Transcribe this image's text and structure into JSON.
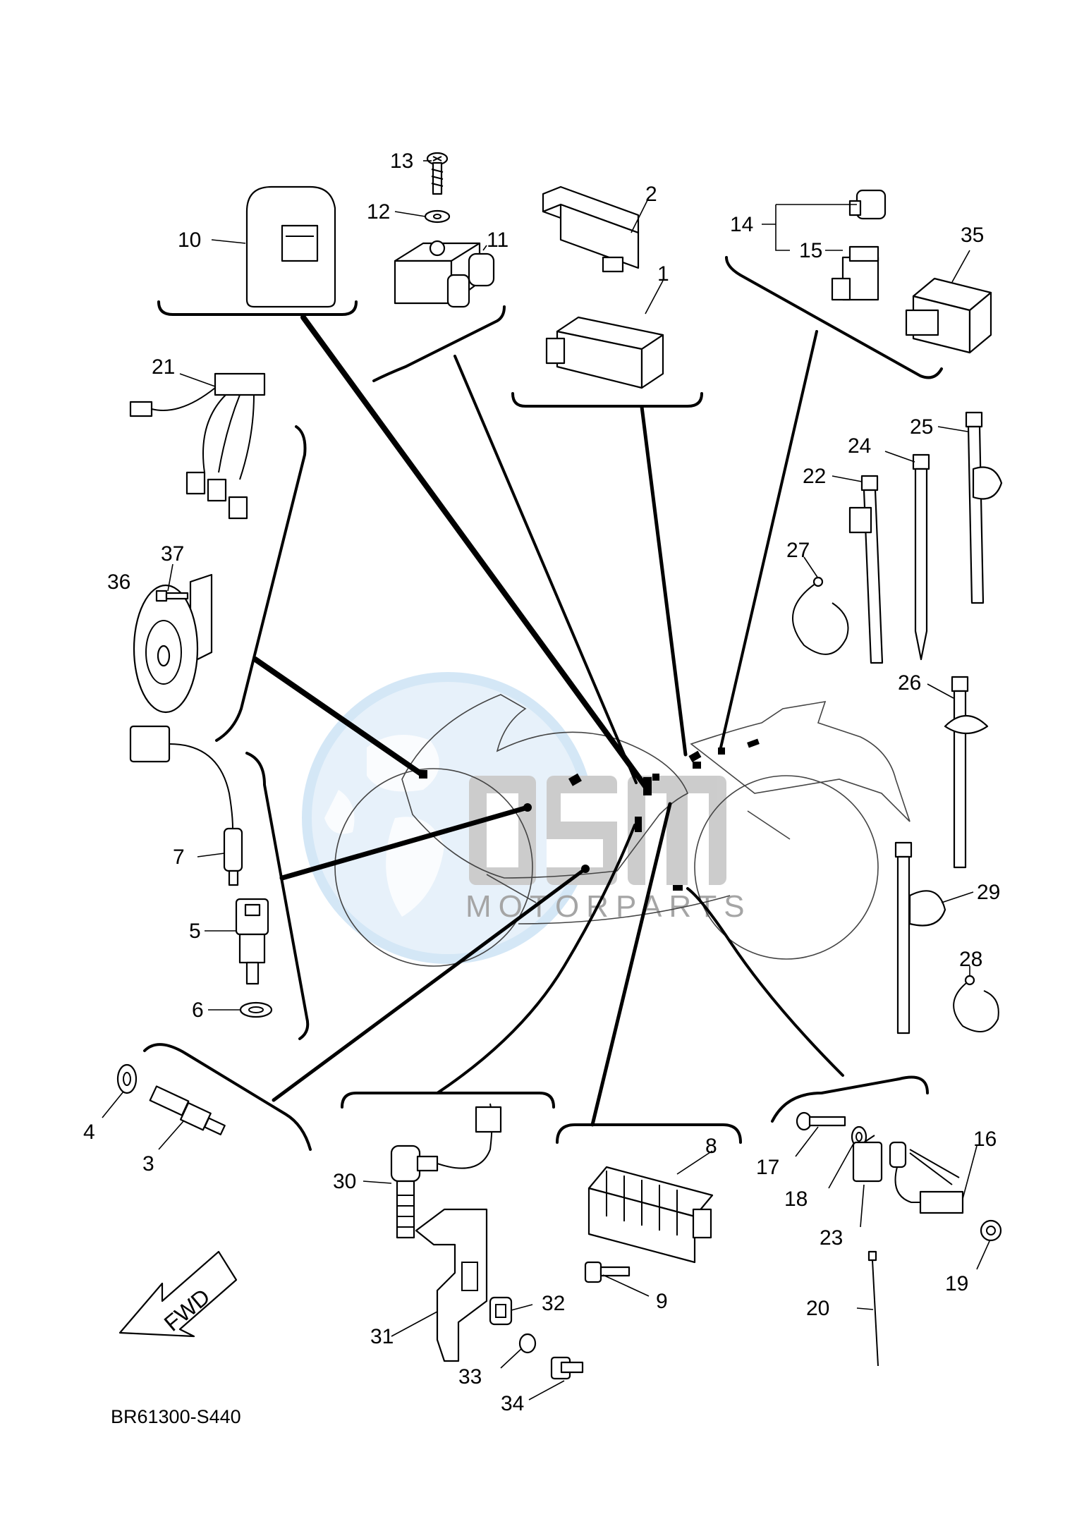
{
  "diagram": {
    "code": "BR61300-S440",
    "watermark": {
      "logo": "OSM",
      "tagline": "MOTORPARTS"
    },
    "fwd_arrow": "FWD",
    "callouts": {
      "c1": "1",
      "c2": "2",
      "c3": "3",
      "c4": "4",
      "c5": "5",
      "c6": "6",
      "c7": "7",
      "c8": "8",
      "c9": "9",
      "c10": "10",
      "c11": "11",
      "c12": "12",
      "c13": "13",
      "c14": "14",
      "c15": "15",
      "c16": "16",
      "c17": "17",
      "c18": "18",
      "c19": "19",
      "c20": "20",
      "c21": "21",
      "c22": "22",
      "c23": "23",
      "c24": "24",
      "c25": "25",
      "c26": "26",
      "c27": "27",
      "c28": "28",
      "c29": "29",
      "c30": "30",
      "c31": "31",
      "c32": "32",
      "c33": "33",
      "c34": "34",
      "c35": "35",
      "c36": "36",
      "c37": "37"
    }
  }
}
